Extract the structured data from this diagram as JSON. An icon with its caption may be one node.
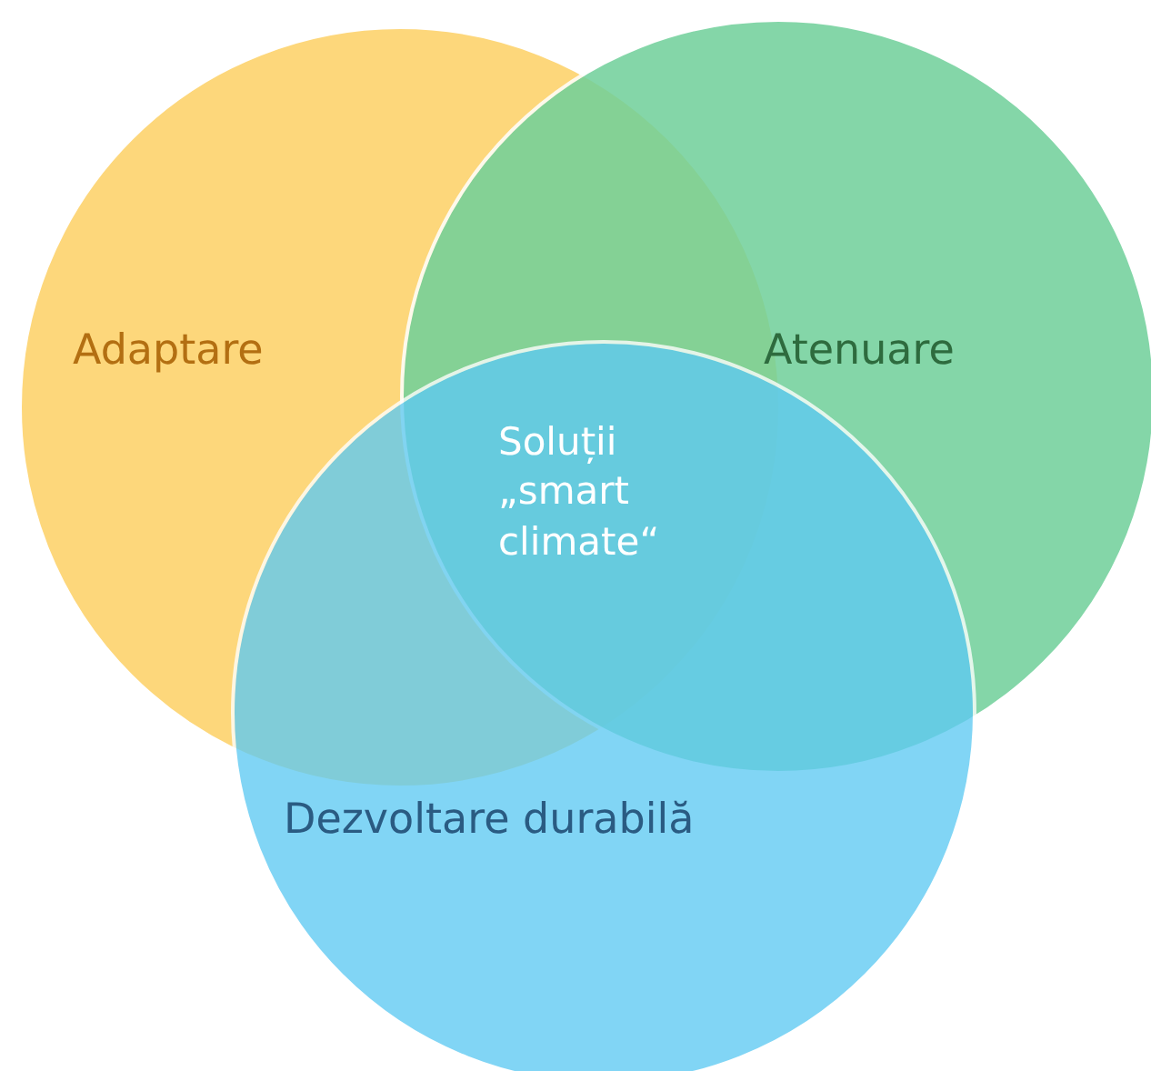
{
  "diagram": {
    "nodes": [
      {
        "text": [
          "Adaptare"
        ]
      },
      {
        "text": [
          "Atenuare"
        ]
      },
      {
        "text": [
          "Dezvoltare durabilă"
        ]
      }
    ],
    "labels": [
      "Soluții „smart climate“"
    ]
  }
}
